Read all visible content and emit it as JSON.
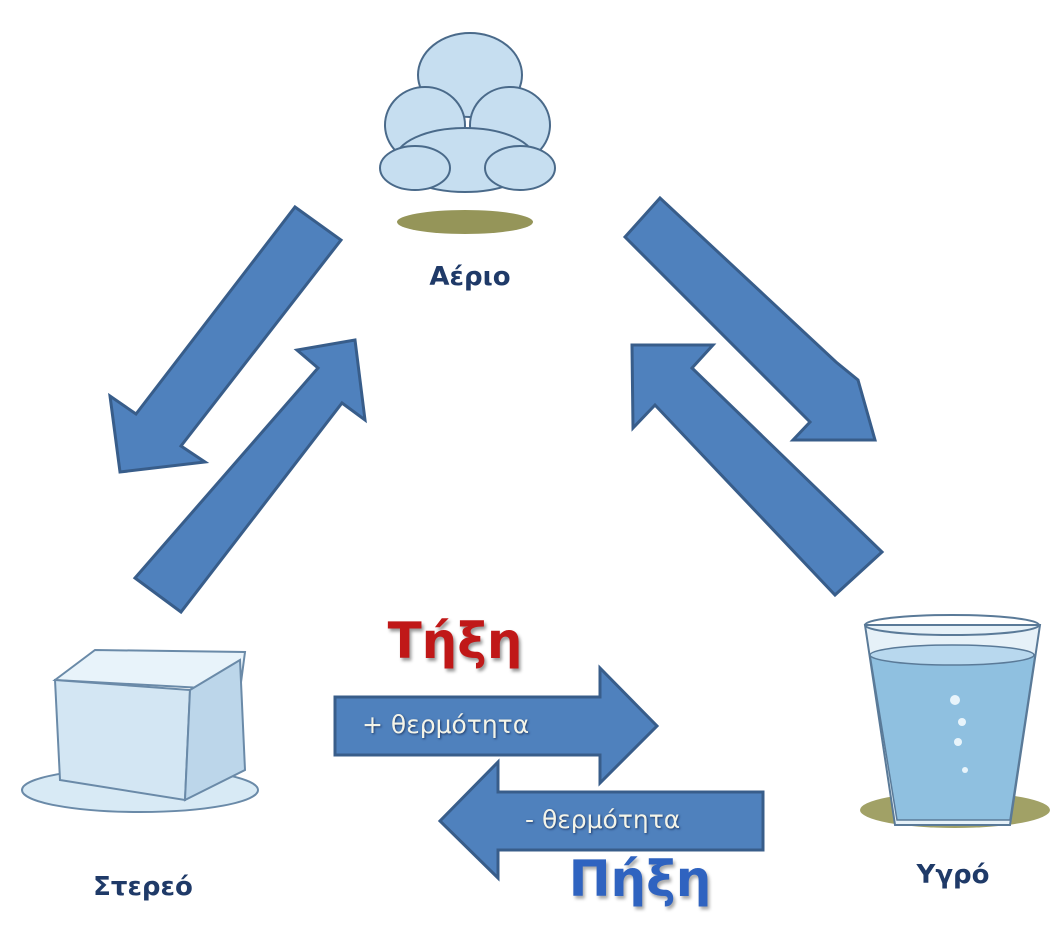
{
  "states": {
    "gas": "Αέριο",
    "solid": "Στερεό",
    "liquid": "Υγρό"
  },
  "processes": {
    "melting": {
      "title": "Τήξη",
      "arrow_label": "+ θερμότητα"
    },
    "freezing": {
      "title": "Πήξη",
      "arrow_label": "- θερμότητα"
    }
  },
  "colors": {
    "arrow_fill": "#4f81bd",
    "arrow_stroke": "#385d8a",
    "label": "#1f3a68",
    "melting": "#c01818",
    "freezing": "#2f63c0"
  },
  "icons": [
    "cloud-icon",
    "ice-cube-icon",
    "water-glass-icon"
  ]
}
